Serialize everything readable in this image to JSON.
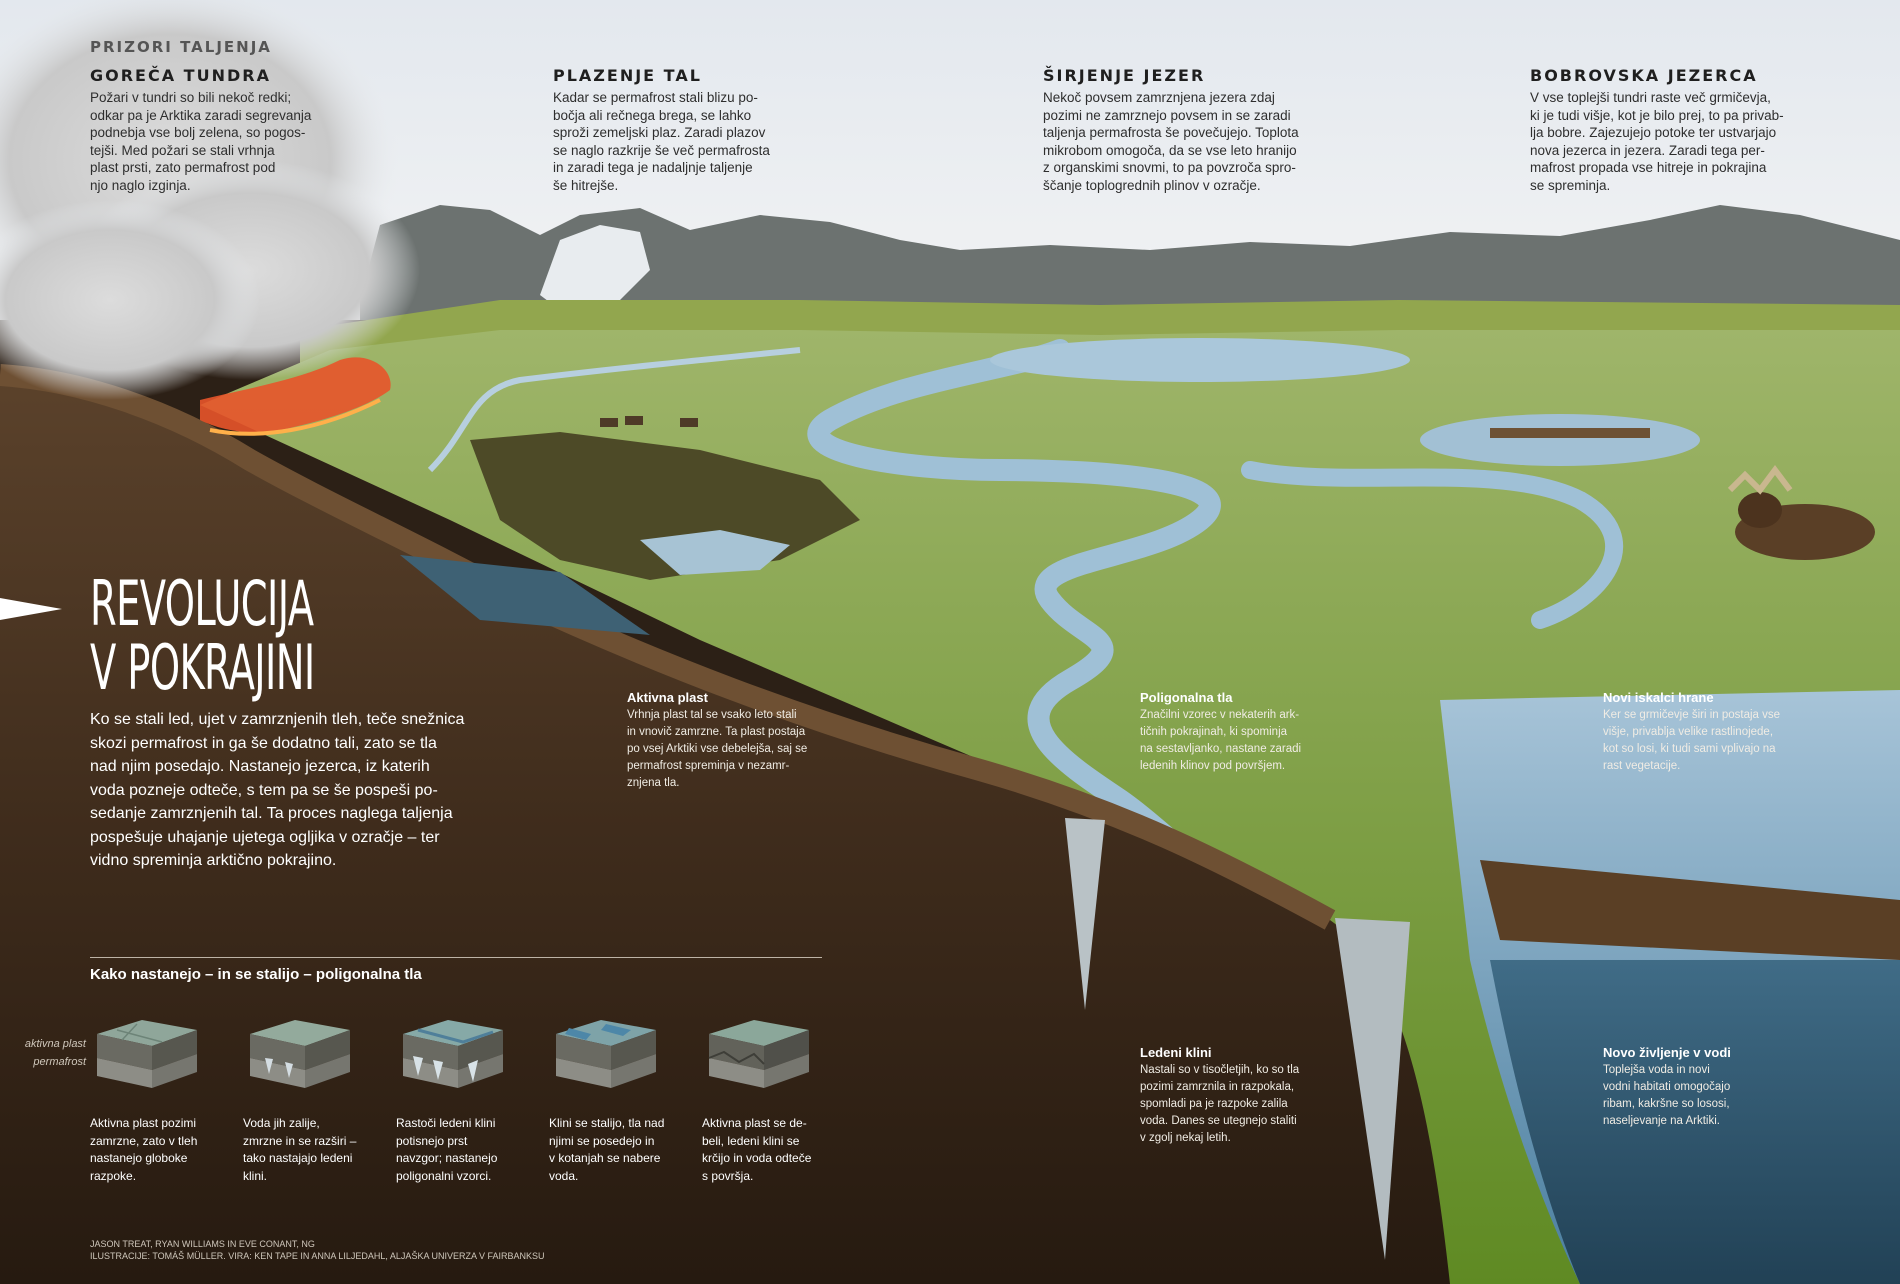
{
  "kicker": "PRIZORI TALJENJA",
  "columns": [
    {
      "title": "GOREČA TUNDRA",
      "lines": [
        "Požari v tundri so bili nekoč redki;",
        "odkar pa je Arktika zaradi segrevanja",
        "podnebja vse bolj zelena, so pogos-",
        "tejši. Med požari se stali vrhnja",
        "plast prsti, zato permafrost pod",
        "njo naglo izginja."
      ]
    },
    {
      "title": "PLAZENJE TAL",
      "lines": [
        "Kadar se permafrost stali blizu po-",
        "bočja ali rečnega brega, se lahko",
        "sproži zemeljski plaz. Zaradi plazov",
        "se naglo razkrije še več permafrosta",
        "in zaradi tega je nadaljnje taljenje",
        "še hitrejše."
      ]
    },
    {
      "title": "ŠIRJENJE JEZER",
      "lines": [
        "Nekoč povsem zamrznjena jezera zdaj",
        "pozimi ne zamrznejo povsem in se zaradi",
        "taljenja permafrosta še povečujejo. Toplota",
        "mikrobom omogoča, da se vse leto hranijo",
        "z organskimi snovmi, to pa povzroča spro-",
        "ščanje toplogrednih plinov v ozračje."
      ]
    },
    {
      "title": "BOBROVSKA JEZERCA",
      "lines": [
        "V vse toplejši tundri raste več grmičevja,",
        "ki je tudi višje, kot je bilo prej, to pa privab-",
        "lja bobre. Zajezujejo potoke ter ustvarjajo",
        "nova jezerca in jezera. Zaradi tega per-",
        "mafrost propada vse hitreje in pokrajina",
        "se spreminja."
      ]
    }
  ],
  "headline": {
    "line1": "REVOLUCIJA",
    "line2": "V POKRAJINI"
  },
  "lead_lines": [
    "Ko se stali led, ujet v zamrznjenih tleh, teče snežnica",
    "skozi permafrost in ga še dodatno tali, zato se tla",
    "nad njim posedajo. Nastanejo jezerca, iz katerih",
    "voda pozneje odteče, s tem pa se še pospeši po-",
    "sedanje zamrznjenih tal. Ta proces naglega taljenja",
    "pospešuje uhajanje ujetega ogljika v ozračje – ter",
    "vidno spreminja arktično pokrajino."
  ],
  "callouts": [
    {
      "title": "Aktivna plast",
      "lines": [
        "Vrhnja plast tal se vsako leto stali",
        "in vnovič zamrzne. Ta plast postaja",
        "po vsej Arktiki vse debelejša, saj se",
        "permafrost spreminja v nezamr-",
        "znjena tla."
      ]
    },
    {
      "title": "Poligonalna tla",
      "lines": [
        "Značilni vzorec v nekaterih ark-",
        "tičnih pokrajinah, ki spominja",
        "na sestavljanko, nastane zaradi",
        "ledenih klinov pod površjem."
      ]
    },
    {
      "title": "Novi iskalci hrane",
      "lines": [
        "Ker se grmičevje širi in postaja vse",
        "višje, privablja velike rastlinojede,",
        "kot so losi, ki tudi sami vplivajo na",
        "rast vegetacije."
      ]
    },
    {
      "title": "Ledeni klini",
      "lines": [
        "Nastali so v tisočletjih, ko so tla",
        "pozimi zamrznila in razpokala,",
        "spomladi pa je razpoke zalila",
        "voda. Danes se utegnejo staliti",
        "v zgolj nekaj letih."
      ]
    },
    {
      "title": "Novo življenje v vodi",
      "lines": [
        "Toplejša voda in novi",
        "vodni habitati omogočajo",
        "ribam, kakršne so lososi,",
        "naseljevanje na Arktiki."
      ]
    }
  ],
  "steps": {
    "title": "Kako nastanejo – in se stalijo – poligonalna tla",
    "layer_labels": {
      "active": "aktivna plast",
      "permafrost": "permafrost"
    },
    "items": [
      [
        "Aktivna plast pozimi",
        "zamrzne, zato v tleh",
        "nastanejo globoke",
        "razpoke."
      ],
      [
        "Voda jih zalije,",
        "zmrzne in se razširi –",
        "tako nastajajo ledeni",
        "klini."
      ],
      [
        "Rastoči ledeni klini",
        "potisnejo prst",
        "navzgor; nastanejo",
        "poligonalni vzorci."
      ],
      [
        "Klini se stalijo, tla nad",
        "njimi se posedejo in",
        "v kotanjah se nabere",
        "voda."
      ],
      [
        "Aktivna plast se de-",
        "beli, ledeni klini se",
        "krčijo in voda odteče",
        "s površja."
      ]
    ]
  },
  "credits": [
    "JASON TREAT, RYAN WILLIAMS IN EVE CONANT, NG",
    "ILUSTRACIJE: TOMÁŠ MÜLLER. VIRA: KEN TAPE IN ANNA LILJEDAHL, ALJAŠKA UNIVERZA V FAIRBANKSU"
  ],
  "colors": {
    "sky": "#e7ebef",
    "tundra": "#7b9a35",
    "water": "#8fb3c9",
    "soil": "#4a3420",
    "fire": "#e8542a"
  }
}
